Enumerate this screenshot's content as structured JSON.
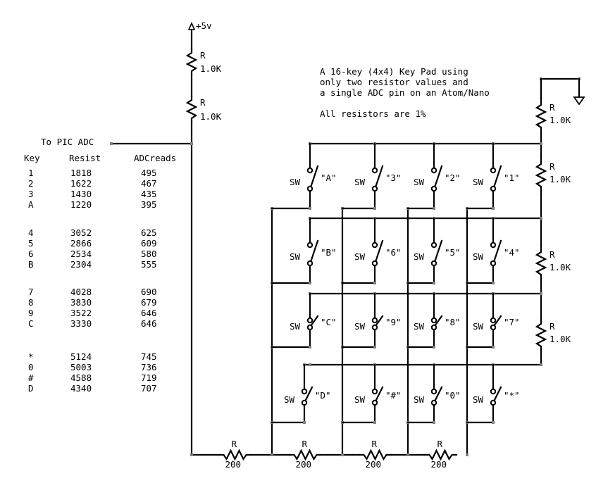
{
  "supply_label": "+5v",
  "adc_label": "To PIC ADC",
  "description": [
    "A 16-key (4x4) Key Pad using",
    "only two resistor values and",
    "a single ADC pin on an Atom/Nano",
    "",
    "All resistors are 1%"
  ],
  "table": {
    "headers": [
      "Key",
      "Resist",
      "ADCreads"
    ],
    "groups": [
      [
        [
          "1",
          "1818",
          "495"
        ],
        [
          "2",
          "1622",
          "467"
        ],
        [
          "3",
          "1430",
          "435"
        ],
        [
          "A",
          "1220",
          "395"
        ]
      ],
      [
        [
          "4",
          "3052",
          "625"
        ],
        [
          "5",
          "2866",
          "609"
        ],
        [
          "6",
          "2534",
          "580"
        ],
        [
          "B",
          "2304",
          "555"
        ]
      ],
      [
        [
          "7",
          "4028",
          "690"
        ],
        [
          "8",
          "3830",
          "679"
        ],
        [
          "9",
          "3522",
          "646"
        ],
        [
          "C",
          "3330",
          "646"
        ]
      ],
      [
        [
          "*",
          "5124",
          "745"
        ],
        [
          "0",
          "5003",
          "736"
        ],
        [
          "#",
          "4588",
          "719"
        ],
        [
          "D",
          "4340",
          "707"
        ]
      ]
    ]
  },
  "pullup_resistors": [
    {
      "name": "R",
      "value": "1.0K"
    },
    {
      "name": "R",
      "value": "1.0K"
    }
  ],
  "ladder_resistors": [
    {
      "name": "R",
      "value": "1.0K"
    },
    {
      "name": "R",
      "value": "1.0K"
    },
    {
      "name": "R",
      "value": "1.0K"
    },
    {
      "name": "R",
      "value": "1.0K"
    }
  ],
  "bottom_resistors": [
    {
      "name": "R",
      "value": "200"
    },
    {
      "name": "R",
      "value": "200"
    },
    {
      "name": "R",
      "value": "200"
    },
    {
      "name": "R",
      "value": "200"
    }
  ],
  "switch_prefix": "SW",
  "switch_rows": [
    [
      "\"A\"",
      "\"3\"",
      "\"2\"",
      "\"1\""
    ],
    [
      "\"B\"",
      "\"6\"",
      "\"5\"",
      "\"4\""
    ],
    [
      "\"C\"",
      "\"9\"",
      "\"8\"",
      "\"7\""
    ],
    [
      "\"D\"",
      "\"#\"",
      "\"0\"",
      "\"*\""
    ]
  ]
}
